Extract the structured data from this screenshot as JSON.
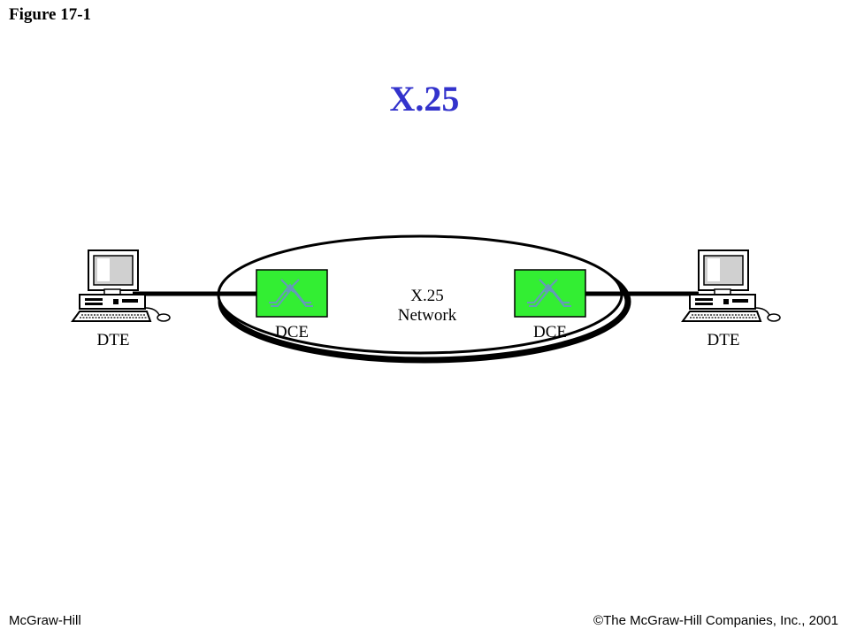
{
  "figure_label": "Figure 17-1",
  "title": "X.25",
  "colors": {
    "title": "#3333cc",
    "dce_fill": "#33ee33",
    "line": "#000000",
    "switch_symbol": "#6699bb"
  },
  "diagram": {
    "left_dte_label": "DTE",
    "left_dce_label": "DCE",
    "network_label_line1": "X.25",
    "network_label_line2": "Network",
    "right_dce_label": "DCE",
    "right_dte_label": "DTE"
  },
  "icons": {
    "terminal": "computer-terminal-icon",
    "switch": "switch-icon"
  },
  "footer": {
    "publisher": "McGraw-Hill",
    "copyright": "©The McGraw-Hill Companies, Inc., 2001"
  }
}
